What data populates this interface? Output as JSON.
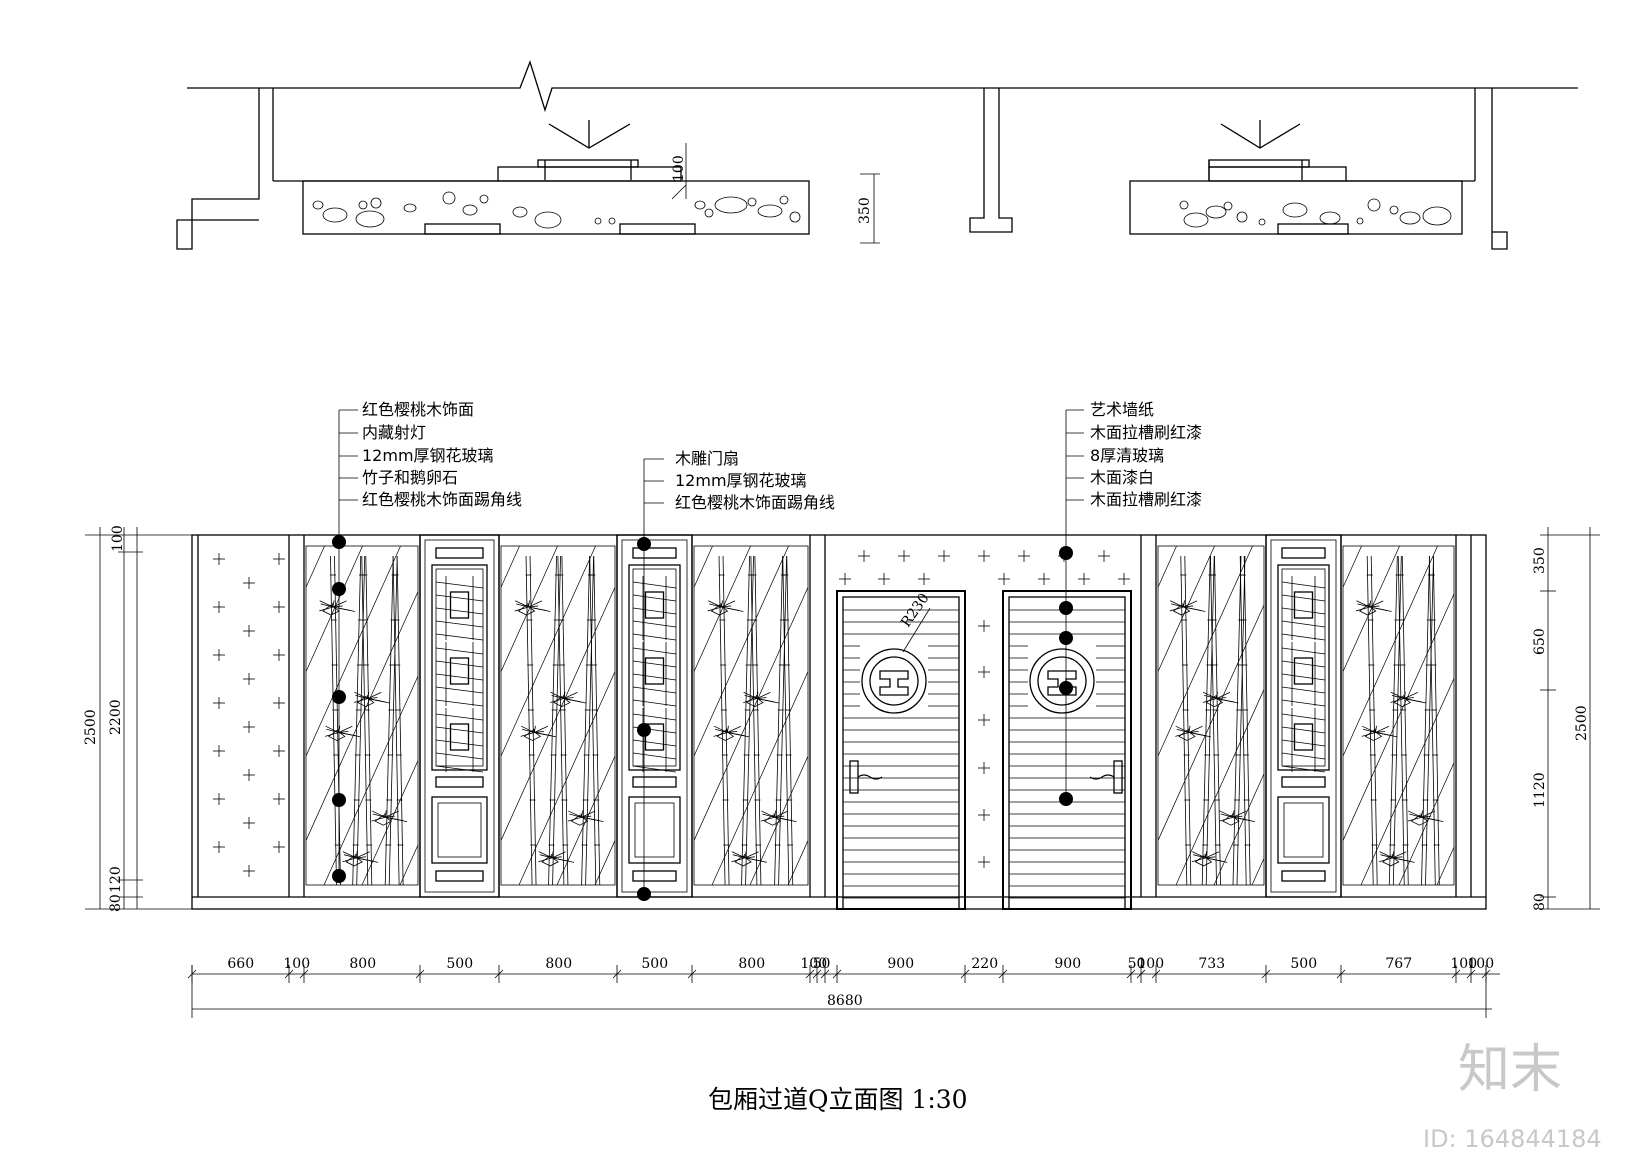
{
  "drawing_title": "包厢过道Q立面图 1:30",
  "plan": {
    "dim_350": "350",
    "dim_100": "100"
  },
  "annotations": {
    "left": [
      "红色樱桃木饰面",
      "内藏射灯",
      "12mm厚钢花玻璃",
      "竹子和鹅卵石",
      "红色樱桃木饰面踢角线"
    ],
    "middle": [
      "木雕门扇",
      "12mm厚钢花玻璃",
      "红色樱桃木饰面踢角线"
    ],
    "right": [
      "艺术墙纸",
      "木面拉槽刷红漆",
      "8厚清玻璃",
      "木面漆白",
      "木面拉槽刷红漆"
    ]
  },
  "door_radius": "R230",
  "dims_left": {
    "total": "2500",
    "mid": "2200",
    "top": "100",
    "b1": "120",
    "b2": "80"
  },
  "dims_right": {
    "total": "2500",
    "d1": "350",
    "d2": "650",
    "d3": "1120",
    "d4": "80"
  },
  "dims_bottom": [
    "660",
    "100",
    "800",
    "500",
    "800",
    "500",
    "800",
    "100",
    "50",
    "900",
    "220",
    "900",
    "50",
    "100",
    "733",
    "500",
    "767",
    "100",
    "100"
  ],
  "dim_total": "8680",
  "watermark": {
    "logo": "知末",
    "id": "ID: 164844184"
  }
}
